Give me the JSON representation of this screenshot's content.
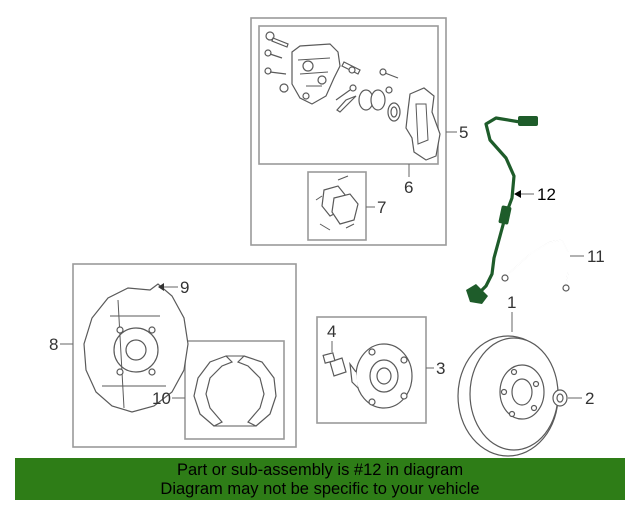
{
  "callouts": {
    "c1": "1",
    "c2": "2",
    "c3": "3",
    "c4": "4",
    "c5": "5",
    "c6": "6",
    "c7": "7",
    "c8": "8",
    "c9": "9",
    "c10": "10",
    "c11": "11",
    "c12": "12"
  },
  "banner": {
    "line1": "Part or sub-assembly is #12 in diagram",
    "line2": "Diagram may not be specific to your vehicle",
    "color": "#2e7d17"
  },
  "highlight_color": "#1e5c2a"
}
